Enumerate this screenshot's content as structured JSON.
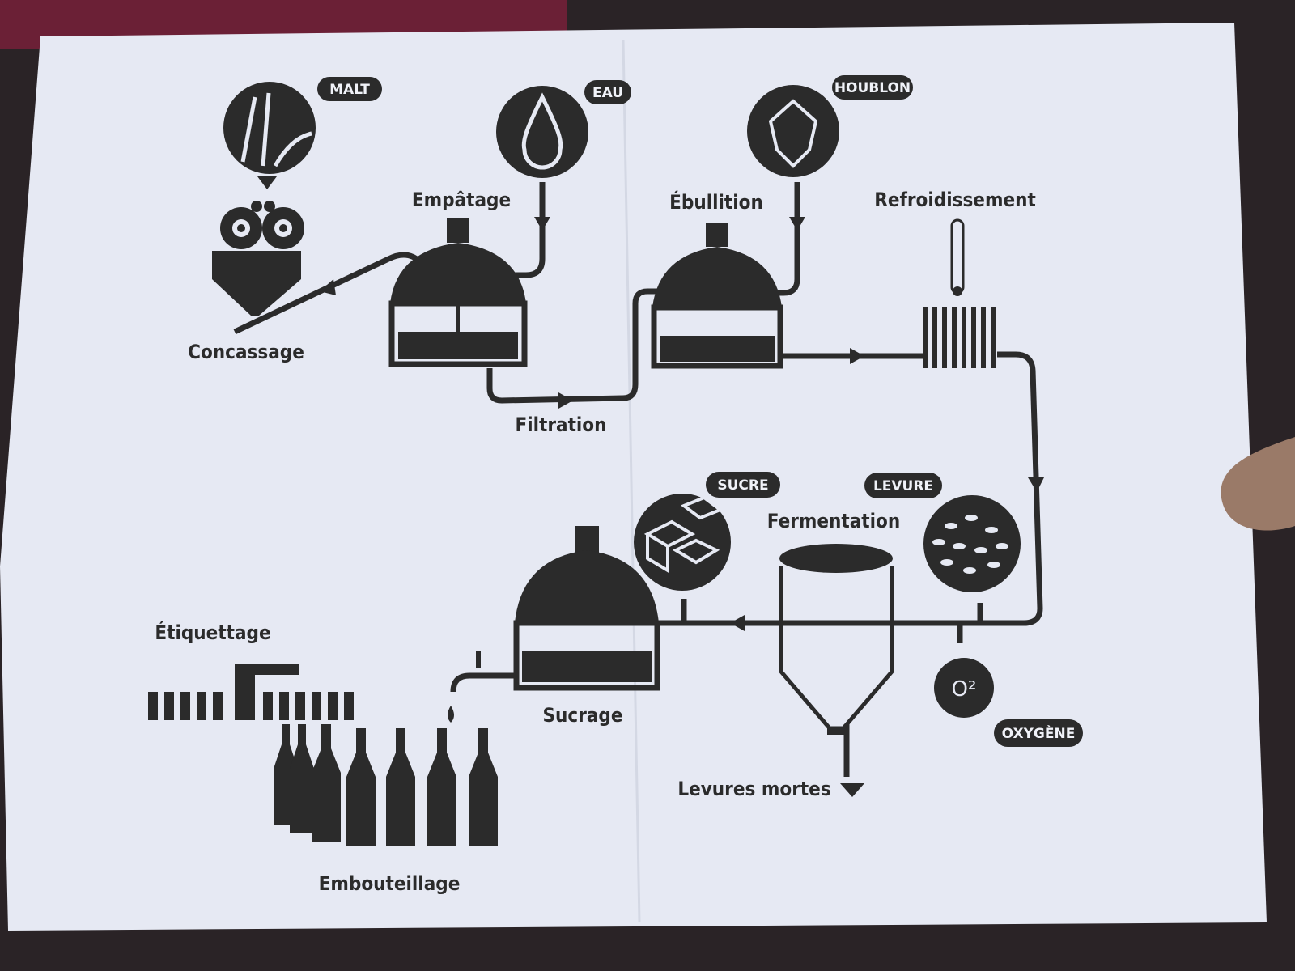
{
  "ingredients": {
    "malt": "MALT",
    "water": "EAU",
    "hops": "HOUBLON",
    "sugar": "SUCRE",
    "yeast": "LEVURE",
    "oxygen": "OXYGÈNE",
    "oxygen_symbol": "O²"
  },
  "steps": {
    "crushing": "Concassage",
    "mashing": "Empâtage",
    "filtration": "Filtration",
    "boiling": "Ébullition",
    "cooling": "Refroidissement",
    "fermentation": "Fermentation",
    "dead_yeast": "Levures mortes",
    "sugaring": "Sucrage",
    "labeling": "Étiquettage",
    "bottling": "Embouteillage"
  },
  "colors": {
    "ink": "#2b2b2b",
    "paper": "#e6e9f3"
  }
}
